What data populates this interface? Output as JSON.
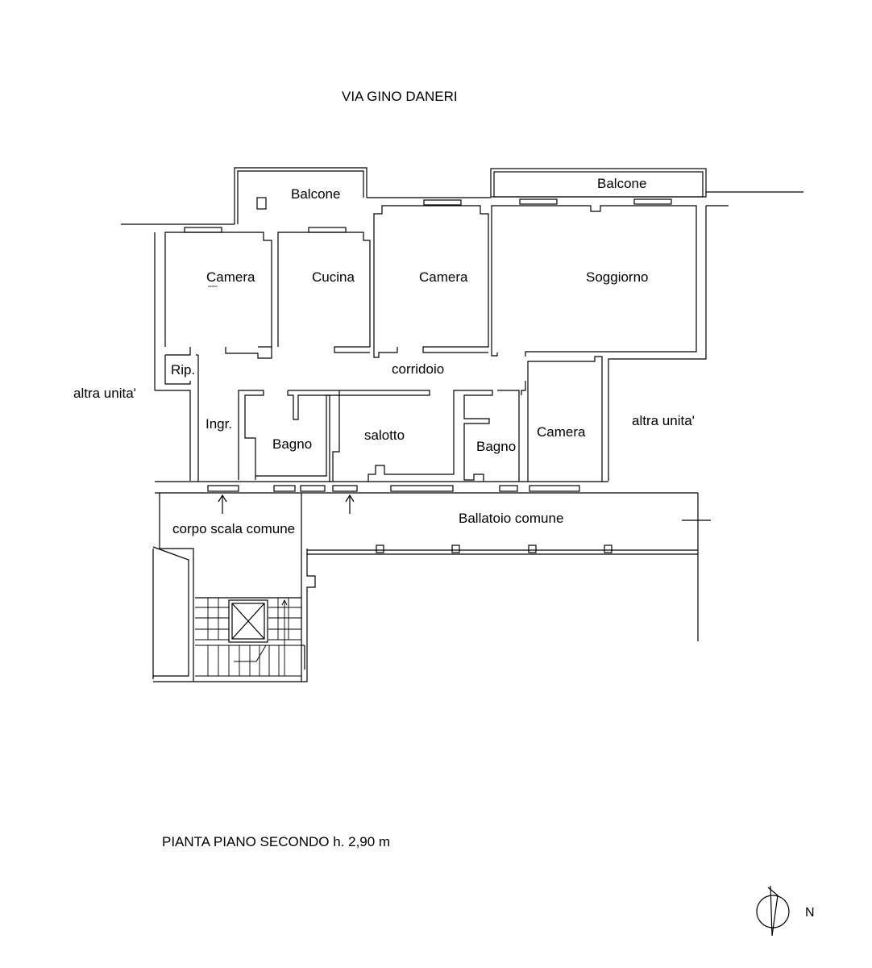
{
  "street": "VIA GINO DANERI",
  "caption": "PIANTA PIANO SECONDO h. 2,90 m",
  "north": "N",
  "rooms": {
    "balcone_left": "Balcone",
    "balcone_right": "Balcone",
    "camera_1": "Camera",
    "cucina": "Cucina",
    "camera_2": "Camera",
    "soggiorno": "Soggiorno",
    "rip": "Rip.",
    "corridoio": "corridoio",
    "ingr": "Ingr.",
    "bagno_1": "Bagno",
    "salotto": "salotto",
    "bagno_2": "Bagno",
    "camera_3": "Camera",
    "altra_unita_left": "altra unita'",
    "altra_unita_right": "altra unita'",
    "ballatoio": "Ballatoio comune",
    "corpo_scala": "corpo scala comune",
    "tiny_note": "cucina"
  }
}
